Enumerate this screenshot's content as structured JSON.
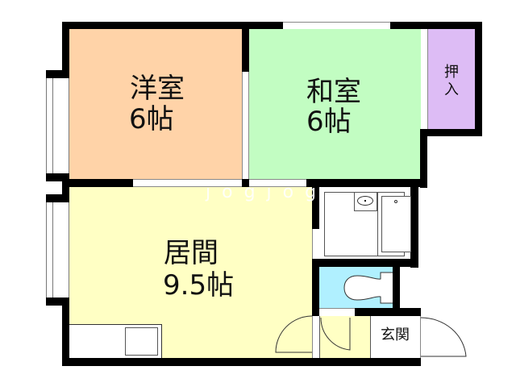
{
  "floor_plan": {
    "rooms": [
      {
        "id": "western-room",
        "name": "洋室",
        "size": "6帖",
        "color": "#FFD3A8"
      },
      {
        "id": "japanese-room",
        "name": "和室",
        "size": "6帖",
        "color": "#C2FDC2"
      },
      {
        "id": "closet",
        "name": "押入",
        "color": "#DDBCF5"
      },
      {
        "id": "living-room",
        "name": "居間",
        "size": "9.5帖",
        "color": "#FFFFC4"
      },
      {
        "id": "bathroom",
        "name": "",
        "color": "#FFFFFF"
      },
      {
        "id": "toilet",
        "name": "",
        "color": "#B0F0FF"
      },
      {
        "id": "entrance",
        "name": "玄関",
        "color": "#FFFFFF"
      }
    ],
    "labels": {
      "western_name": "洋室",
      "western_size": "6帖",
      "japanese_name": "和室",
      "japanese_size": "6帖",
      "closet_line1": "押",
      "closet_line2": "入",
      "living_name": "居間",
      "living_size": "9.5帖",
      "entrance": "玄関"
    },
    "watermark": "jogjog",
    "colors": {
      "wall": "#000000",
      "western": "#FFD3A8",
      "japanese": "#C2FDC2",
      "closet": "#DDBCF5",
      "living": "#FFFFC4",
      "toilet": "#B0F0FF"
    }
  }
}
